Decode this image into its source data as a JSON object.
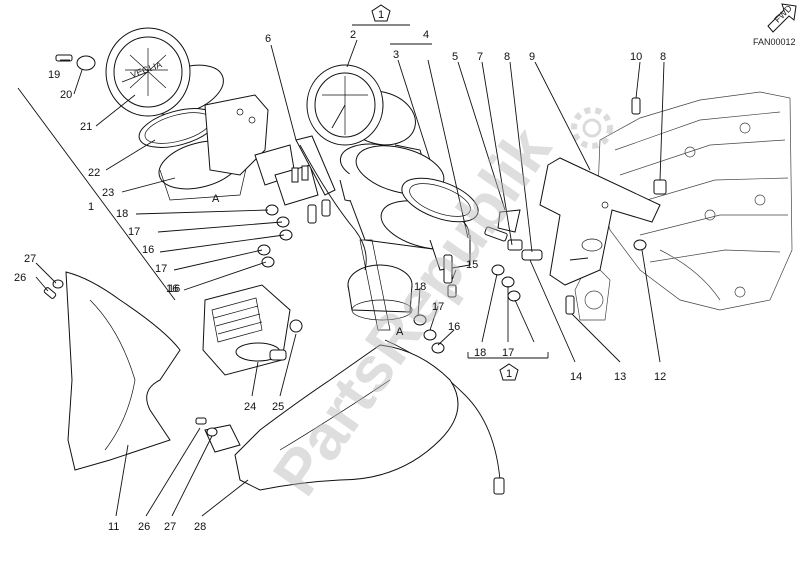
{
  "diagram": {
    "code": "FAN00012",
    "fwd_label": "FWD",
    "watermark": "PartsRepublik",
    "group_marker": "1",
    "labels": [
      {
        "id": "l1",
        "text": "1"
      },
      {
        "id": "l2",
        "text": "2"
      },
      {
        "id": "l3",
        "text": "3"
      },
      {
        "id": "l4",
        "text": "4"
      },
      {
        "id": "l5",
        "text": "5"
      },
      {
        "id": "l6",
        "text": "6"
      },
      {
        "id": "l7",
        "text": "7"
      },
      {
        "id": "l8a",
        "text": "8"
      },
      {
        "id": "l8b",
        "text": "8"
      },
      {
        "id": "l9",
        "text": "9"
      },
      {
        "id": "l10",
        "text": "10"
      },
      {
        "id": "l11",
        "text": "11"
      },
      {
        "id": "l12",
        "text": "12"
      },
      {
        "id": "l13",
        "text": "13"
      },
      {
        "id": "l14",
        "text": "14"
      },
      {
        "id": "l15",
        "text": "15"
      },
      {
        "id": "l16a",
        "text": "16"
      },
      {
        "id": "l16b",
        "text": "16"
      },
      {
        "id": "l16c",
        "text": "16"
      },
      {
        "id": "l16d",
        "text": "16"
      },
      {
        "id": "l17a",
        "text": "17"
      },
      {
        "id": "l17b",
        "text": "17"
      },
      {
        "id": "l17c",
        "text": "17"
      },
      {
        "id": "l17d",
        "text": "17"
      },
      {
        "id": "l18a",
        "text": "18"
      },
      {
        "id": "l18b",
        "text": "18"
      },
      {
        "id": "l18c",
        "text": "18"
      },
      {
        "id": "l19",
        "text": "19"
      },
      {
        "id": "l20",
        "text": "20"
      },
      {
        "id": "l21",
        "text": "21"
      },
      {
        "id": "l22",
        "text": "22"
      },
      {
        "id": "l23",
        "text": "23"
      },
      {
        "id": "l24",
        "text": "24"
      },
      {
        "id": "l25",
        "text": "25"
      },
      {
        "id": "l26a",
        "text": "26"
      },
      {
        "id": "l26b",
        "text": "26"
      },
      {
        "id": "l27a",
        "text": "27"
      },
      {
        "id": "l27b",
        "text": "27"
      },
      {
        "id": "l28",
        "text": "28"
      },
      {
        "id": "lA1",
        "text": "A"
      },
      {
        "id": "lA2",
        "text": "A"
      }
    ]
  }
}
